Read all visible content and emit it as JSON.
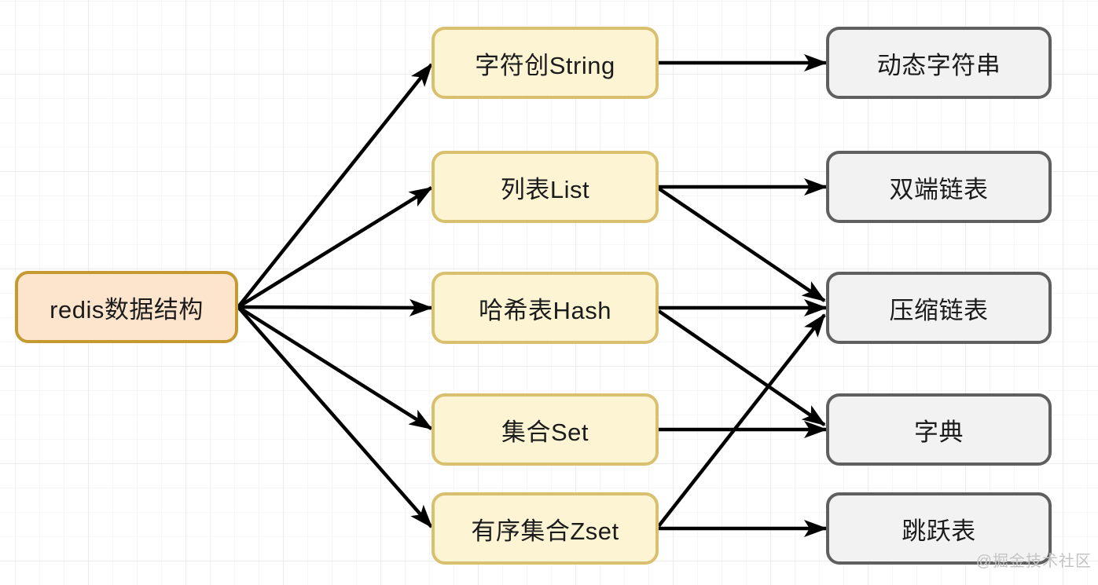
{
  "diagram": {
    "title_hint": "redis data structure mapping mind-map",
    "nodes": {
      "root": {
        "label": "redis数据结构"
      },
      "middle": [
        {
          "label": "字符创String"
        },
        {
          "label": "列表List"
        },
        {
          "label": "哈希表Hash"
        },
        {
          "label": "集合Set"
        },
        {
          "label": "有序集合Zset"
        }
      ],
      "right": [
        {
          "label": "动态字符串"
        },
        {
          "label": "双端链表"
        },
        {
          "label": "压缩链表"
        },
        {
          "label": "字典"
        },
        {
          "label": "跳跃表"
        }
      ]
    },
    "edges": [
      {
        "from": "redis数据结构",
        "to": "字符创String"
      },
      {
        "from": "redis数据结构",
        "to": "列表List"
      },
      {
        "from": "redis数据结构",
        "to": "哈希表Hash"
      },
      {
        "from": "redis数据结构",
        "to": "集合Set"
      },
      {
        "from": "redis数据结构",
        "to": "有序集合Zset"
      },
      {
        "from": "字符创String",
        "to": "动态字符串"
      },
      {
        "from": "列表List",
        "to": "双端链表"
      },
      {
        "from": "列表List",
        "to": "压缩链表"
      },
      {
        "from": "哈希表Hash",
        "to": "压缩链表"
      },
      {
        "from": "哈希表Hash",
        "to": "字典"
      },
      {
        "from": "集合Set",
        "to": "字典"
      },
      {
        "from": "有序集合Zset",
        "to": "压缩链表"
      },
      {
        "from": "有序集合Zset",
        "to": "跳跃表"
      }
    ],
    "colors": {
      "root_fill": "#fce5cc",
      "root_border": "#c49a31",
      "middle_fill": "#fcf4d3",
      "middle_border": "#d9c06e",
      "right_fill": "#f2f2f2",
      "right_border": "#5f5f5f",
      "arrow": "#000000",
      "text": "#1b1b1b",
      "grid": "#ececec"
    }
  },
  "watermark": {
    "text": "@掘金技术社区",
    "color": "#c4c4c4"
  }
}
